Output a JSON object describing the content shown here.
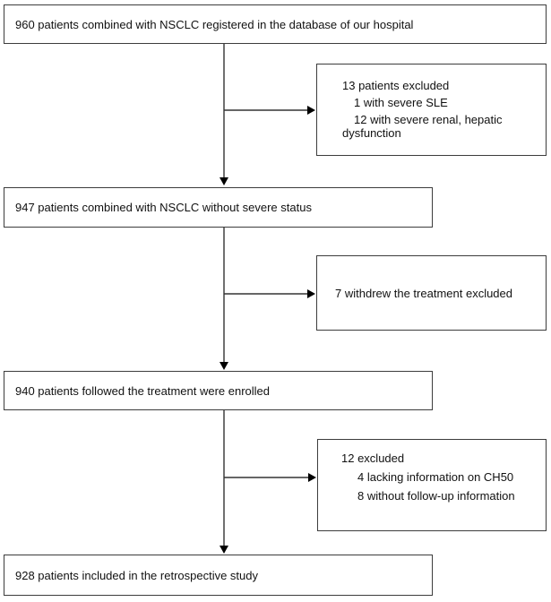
{
  "diagram": {
    "description": "Patient selection flowchart",
    "main_boxes": [
      {
        "text": "960 patients combined with NSCLC registered in the database of our hospital"
      },
      {
        "text": "947 patients combined with NSCLC without severe status"
      },
      {
        "text": "940 patients followed the treatment were enrolled"
      },
      {
        "text": "928 patients included in the retrospective study"
      }
    ],
    "exclusion_boxes": [
      {
        "title": "13 patients excluded",
        "items": [
          "1 with severe SLE",
          "12 with severe renal, hepatic dysfunction"
        ]
      },
      {
        "title": "7 withdrew the treatment excluded",
        "items": []
      },
      {
        "title": "12 excluded",
        "items": [
          "4 lacking information on CH50",
          "8 without follow-up information"
        ]
      }
    ],
    "colors": {
      "background": "#ffffff",
      "box_border": "#3c3c3c",
      "connector_line": "#333333",
      "arrowhead": "#000000",
      "text": "#111111"
    }
  }
}
